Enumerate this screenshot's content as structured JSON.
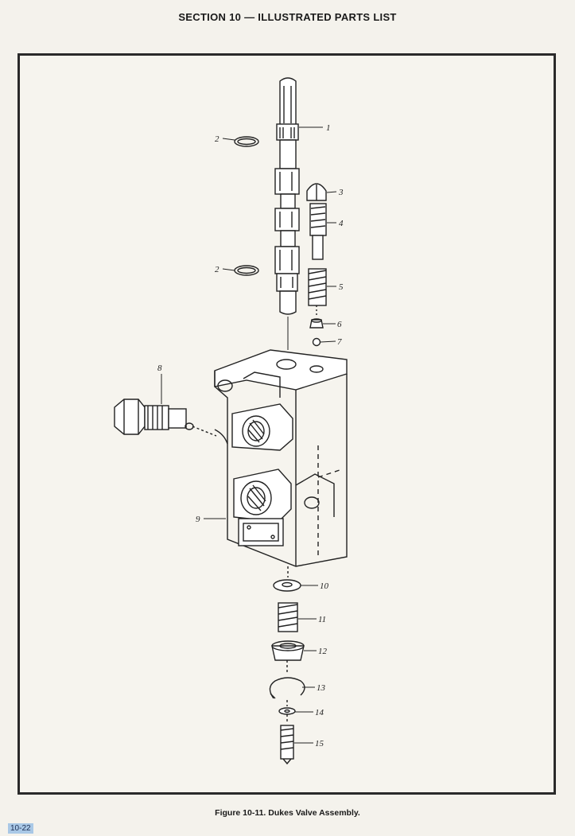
{
  "header": {
    "title": "SECTION 10 — ILLUSTRATED PARTS LIST"
  },
  "figure": {
    "caption": "Figure 10-11. Dukes Valve Assembly.",
    "callouts": [
      "1",
      "2",
      "2",
      "3",
      "4",
      "5",
      "6",
      "7",
      "8",
      "9",
      "10",
      "11",
      "12",
      "13",
      "14",
      "15"
    ]
  },
  "footer": {
    "page_number": "10-22"
  }
}
